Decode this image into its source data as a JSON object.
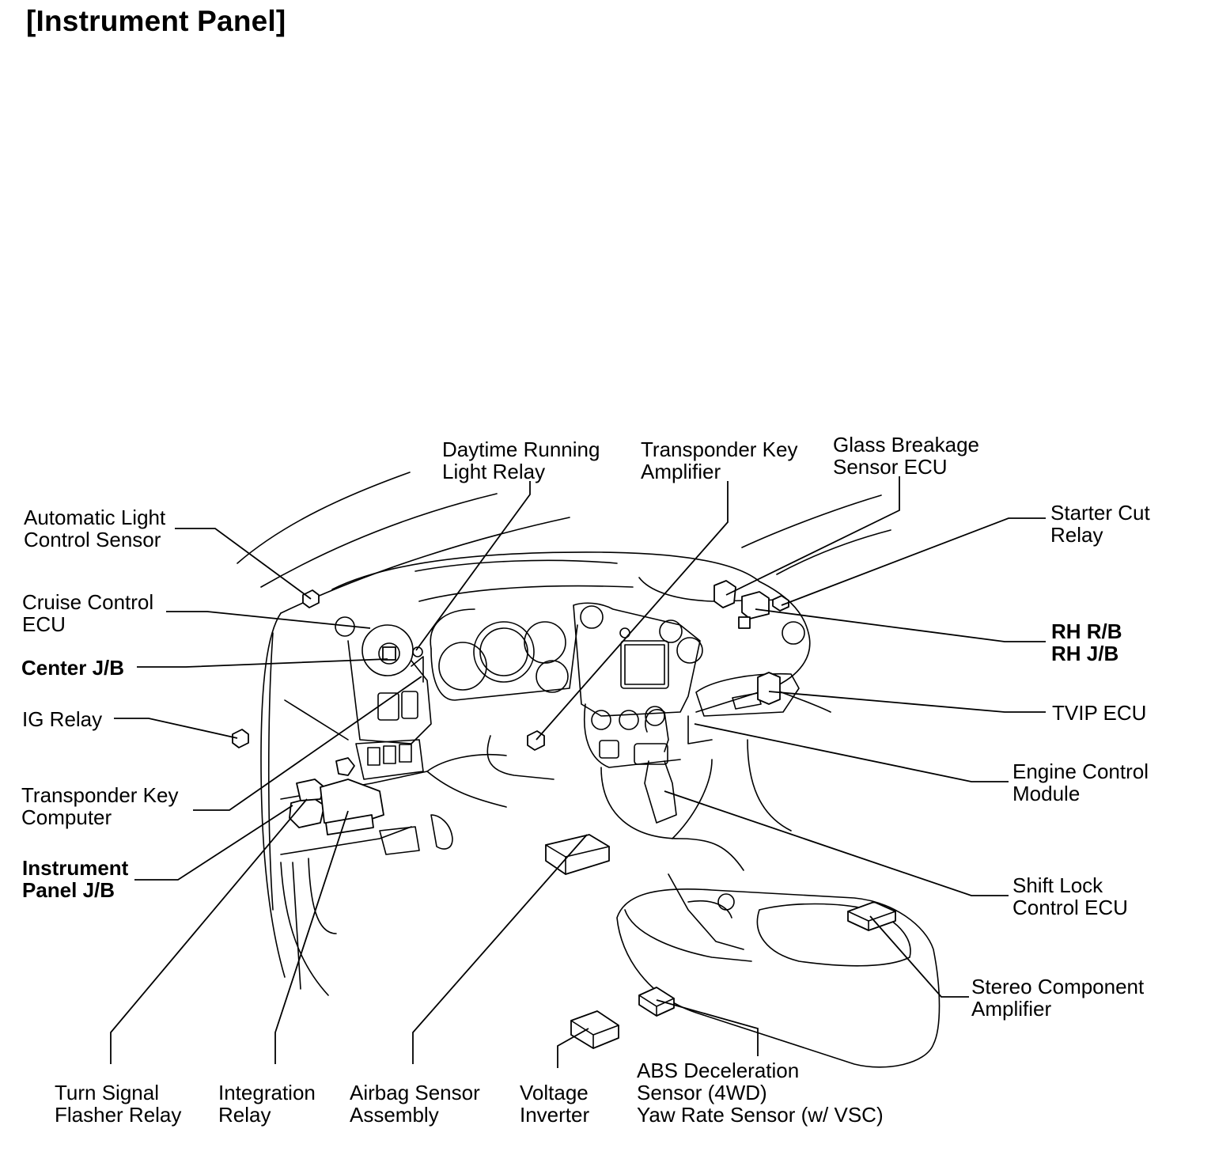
{
  "title": "[Instrument Panel]",
  "labels": {
    "daytime_running_light_relay": [
      "Daytime Running",
      "Light Relay"
    ],
    "transponder_key_amplifier": [
      "Transponder Key",
      "Amplifier"
    ],
    "glass_breakage_sensor_ecu": [
      "Glass Breakage",
      "Sensor ECU"
    ],
    "automatic_light_control_sensor": [
      "Automatic Light",
      "Control Sensor"
    ],
    "starter_cut_relay": [
      "Starter Cut",
      "Relay"
    ],
    "cruise_control_ecu": [
      "Cruise Control",
      "ECU"
    ],
    "rh_rb_jb": [
      "RH R/B",
      "RH J/B"
    ],
    "center_jb": [
      "Center J/B"
    ],
    "ig_relay": [
      "IG Relay"
    ],
    "tvip_ecu": [
      "TVIP ECU"
    ],
    "engine_control_module": [
      "Engine Control",
      "Module"
    ],
    "transponder_key_computer": [
      "Transponder Key",
      "Computer"
    ],
    "instrument_panel_jb": [
      "Instrument",
      "Panel J/B"
    ],
    "shift_lock_control_ecu": [
      "Shift Lock",
      "Control ECU"
    ],
    "stereo_component_amplifier": [
      "Stereo Component",
      "Amplifier"
    ],
    "turn_signal_flasher_relay": [
      "Turn Signal",
      "Flasher Relay"
    ],
    "integration_relay": [
      "Integration",
      "Relay"
    ],
    "airbag_sensor_assembly": [
      "Airbag Sensor",
      "Assembly"
    ],
    "voltage_inverter": [
      "Voltage",
      "Inverter"
    ],
    "abs_deceleration_sensor": [
      "ABS Deceleration",
      "Sensor (4WD)",
      "Yaw Rate Sensor (w/ VSC)"
    ]
  }
}
